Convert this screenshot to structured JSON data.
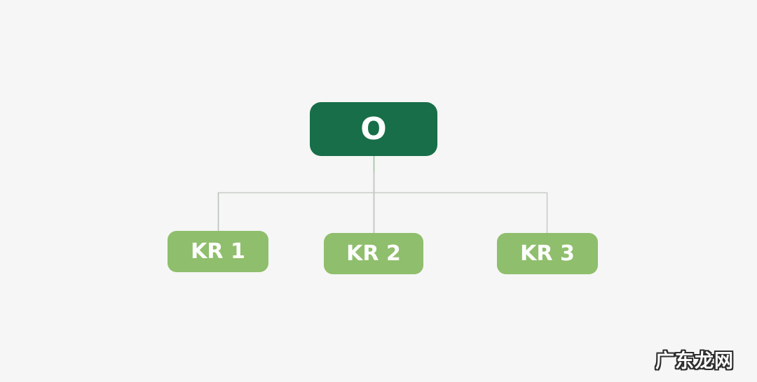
{
  "page": {
    "background_color": "#f5f6f5"
  },
  "diagram": {
    "type": "okr-tree",
    "objective": {
      "label": "O",
      "fill_color": "#176e48",
      "text_color": "#ffffff"
    },
    "key_results": [
      {
        "label": "KR 1",
        "fill_color": "#8fbe6c",
        "text_color": "#ffffff"
      },
      {
        "label": "KR 2",
        "fill_color": "#8fbe6c",
        "text_color": "#ffffff"
      },
      {
        "label": "KR 3",
        "fill_color": "#8fbe6c",
        "text_color": "#ffffff"
      }
    ],
    "connector_color": "#c6c8c6",
    "connector_stub_color": "#9dc0a0"
  },
  "watermark": {
    "text": "广东龙网",
    "fill_color": "#ffffff",
    "outline_color": "#2e2e2e"
  }
}
